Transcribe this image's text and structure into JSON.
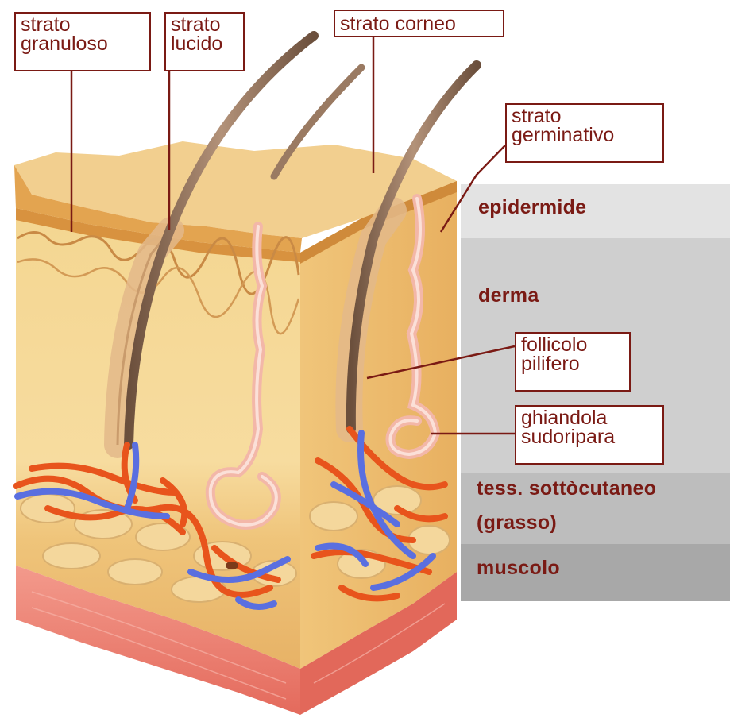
{
  "labels": {
    "strato_granuloso": [
      "strato",
      "granuloso"
    ],
    "strato_lucido": [
      "strato",
      "lucido"
    ],
    "strato_corneo": "strato corneo",
    "strato_germinativo": [
      "strato",
      "germinativo"
    ],
    "follicolo_pilifero": [
      "follicolo",
      "pilifero"
    ],
    "ghiandola_sudoripara": [
      "ghiandola",
      "sudoripara"
    ]
  },
  "layers": {
    "epidermide": "epidermide",
    "derma": "derma",
    "sottocutaneo": [
      "tess. sottòcutaneo",
      "(grasso)"
    ],
    "muscolo": "muscolo"
  },
  "colors": {
    "label_text": "#7a1a14",
    "epidermis_band": "#e3e3e3",
    "dermis_band": "#cfcfcf",
    "subcutaneous_band": "#bdbdbd",
    "muscle_band": "#a8a8a8",
    "artery": "#e8541c",
    "vein": "#5a6fe0",
    "skin_top": "#f3cf8a",
    "dermis_tissue": "#f6d99a",
    "muscle_tissue": "#ec8478",
    "hair": "#8a6a52"
  }
}
